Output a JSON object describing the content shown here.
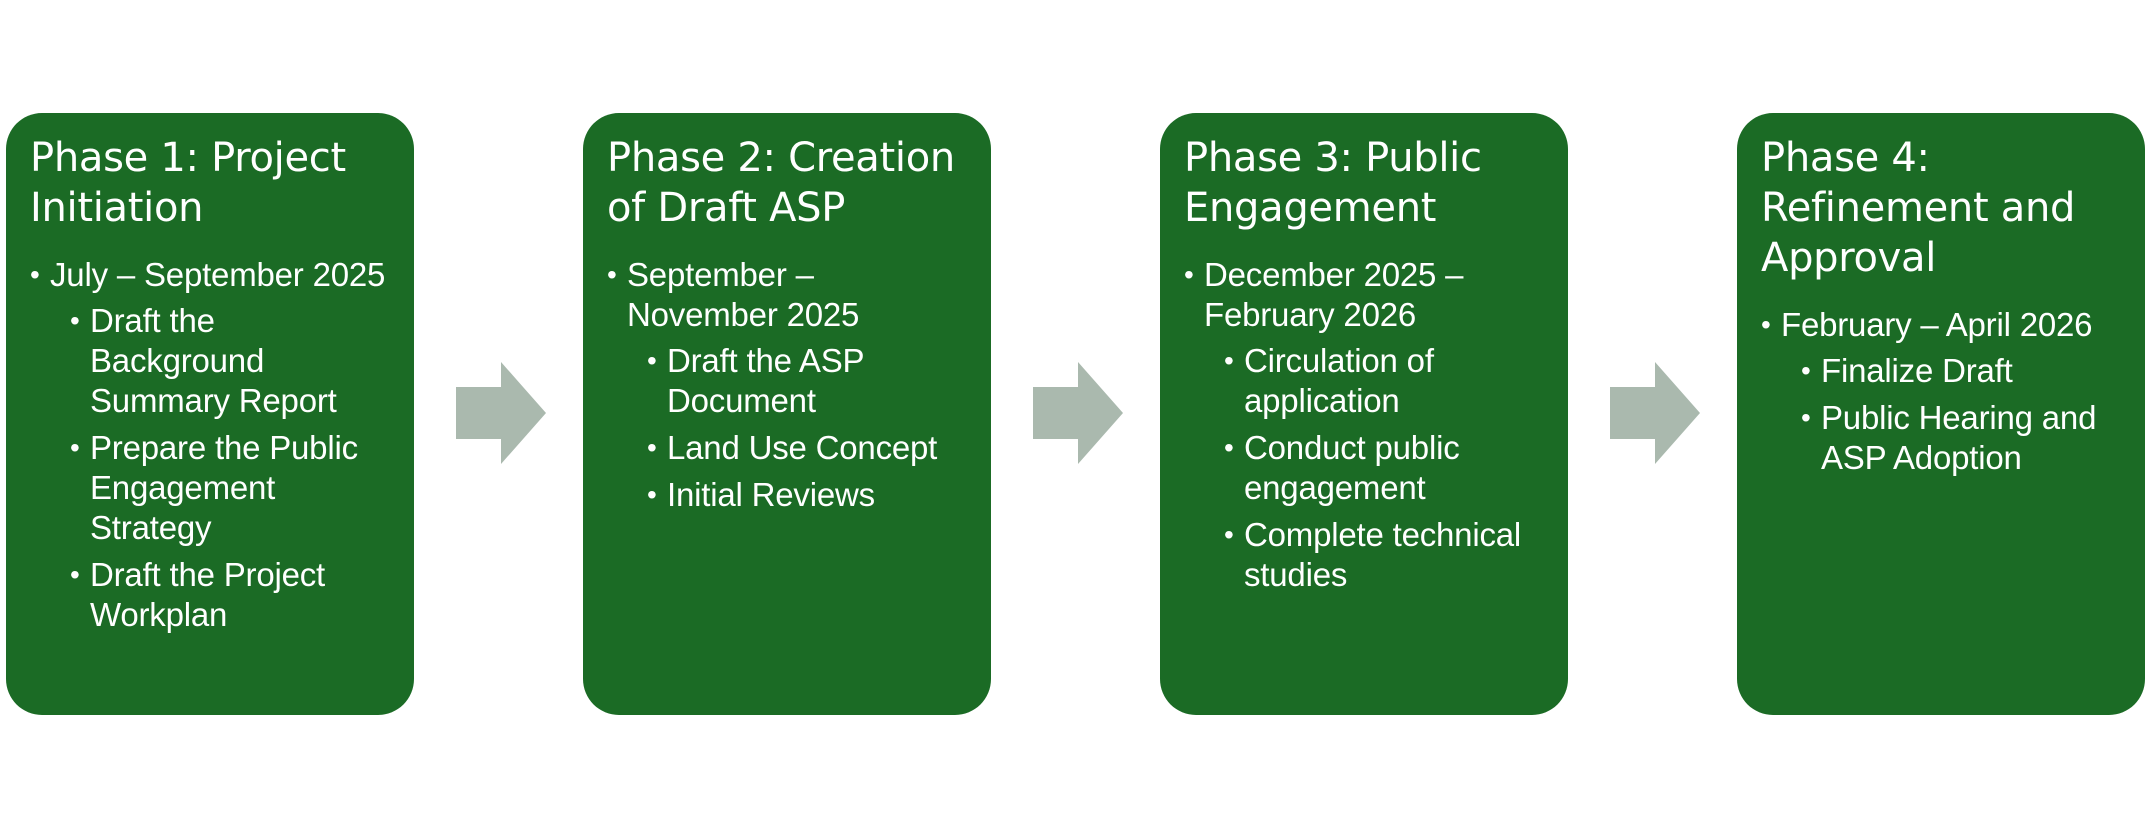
{
  "colors": {
    "card_fill": "#1b6b25",
    "card_text": "#ffffff",
    "arrow_fill": "#aab9ae",
    "background": "#ffffff"
  },
  "phases": [
    {
      "title": "Phase 1: Project Initiation",
      "timeframe": "July – September 2025",
      "tasks": [
        "Draft the Background Summary Report",
        "Prepare the Public Engagement Strategy",
        "Draft the Project Workplan"
      ]
    },
    {
      "title": "Phase 2: Creation of Draft ASP",
      "timeframe": "September – November 2025",
      "tasks": [
        "Draft the ASP Document",
        "Land Use Concept",
        "Initial Reviews"
      ]
    },
    {
      "title": "Phase 3: Public Engagement",
      "timeframe": " December 2025 – February 2026",
      "tasks": [
        "Circulation of application",
        "Conduct public engagement",
        "Complete technical studies"
      ]
    },
    {
      "title": "Phase 4: Refinement and Approval",
      "timeframe": "February – April 2026",
      "tasks": [
        "Finalize Draft",
        "Public Hearing and ASP Adoption"
      ]
    }
  ]
}
